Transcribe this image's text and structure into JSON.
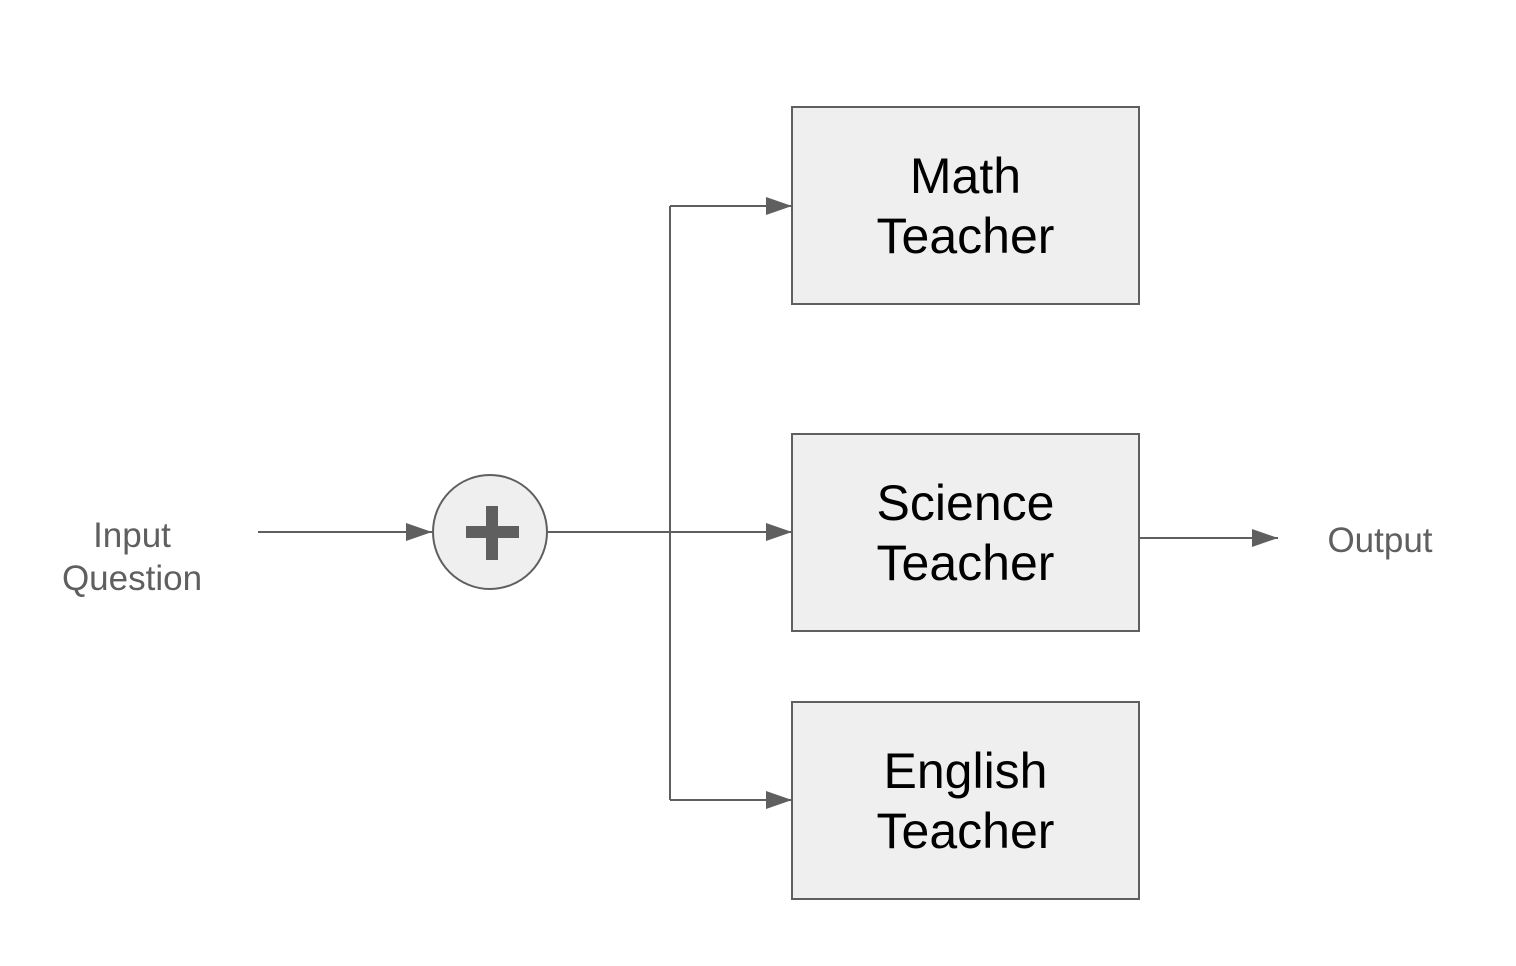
{
  "colors": {
    "stroke": "#5f5f5f",
    "box_fill": "#efefef",
    "box_text": "#000000",
    "label_text": "#5f5f5f",
    "background": "#ffffff"
  },
  "input": {
    "line1": "Input",
    "line2": "Question"
  },
  "combiner": {
    "icon": "plus-circle-icon"
  },
  "teachers": [
    {
      "line1": "Math",
      "line2": "Teacher"
    },
    {
      "line1": "Science",
      "line2": "Teacher"
    },
    {
      "line1": "English",
      "line2": "Teacher"
    }
  ],
  "output": {
    "label": "Output"
  }
}
